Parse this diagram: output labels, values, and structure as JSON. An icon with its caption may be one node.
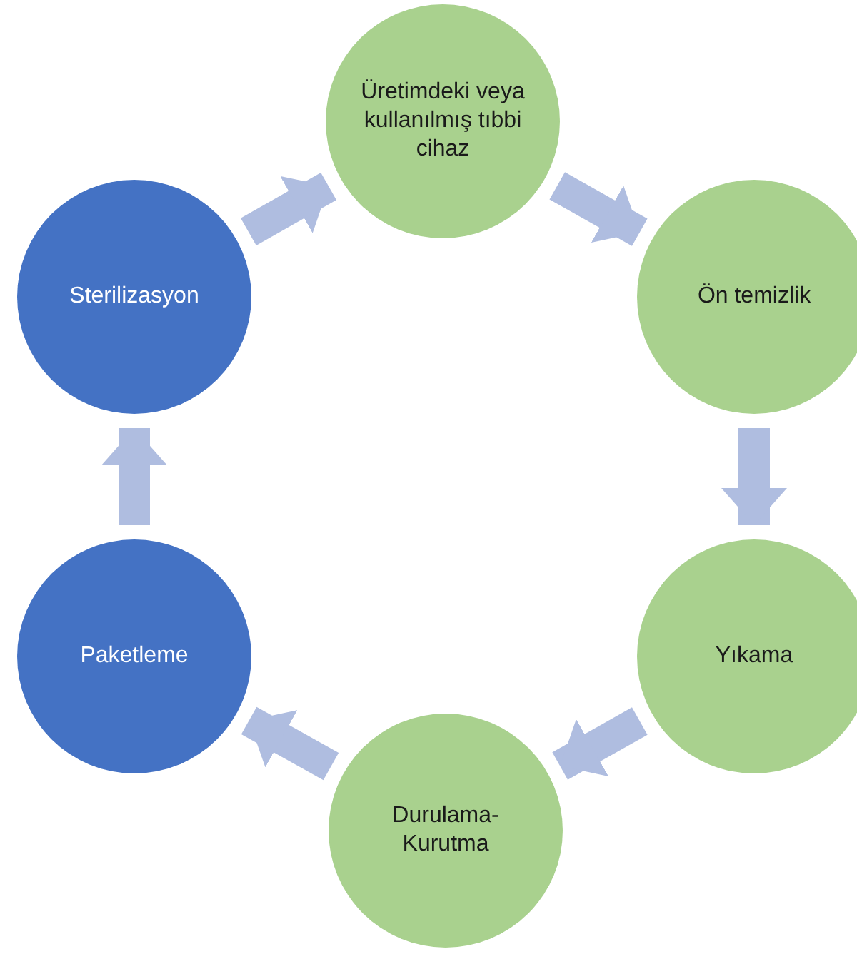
{
  "diagram": {
    "nodes": [
      {
        "text": [
          "Üretimdeki veya kullanılmış tıbbi cihaz"
        ]
      },
      {
        "text": [
          "Ön temizlik"
        ]
      },
      {
        "text": [
          "Yıkama"
        ]
      },
      {
        "text": [
          "Durulama-Kurutma"
        ]
      },
      {
        "text": [
          "Paketleme"
        ]
      },
      {
        "text": [
          "Sterilizasyon"
        ]
      }
    ],
    "edges": [
      {
        "from": 0,
        "to": 1,
        "arrow": "to"
      },
      {
        "from": 1,
        "to": 2,
        "arrow": "to"
      },
      {
        "from": 2,
        "to": 3,
        "arrow": "to"
      },
      {
        "from": 3,
        "to": 4,
        "arrow": "to"
      },
      {
        "from": 4,
        "to": 5,
        "arrow": "to"
      },
      {
        "from": 5,
        "to": 0,
        "arrow": "to"
      }
    ]
  }
}
